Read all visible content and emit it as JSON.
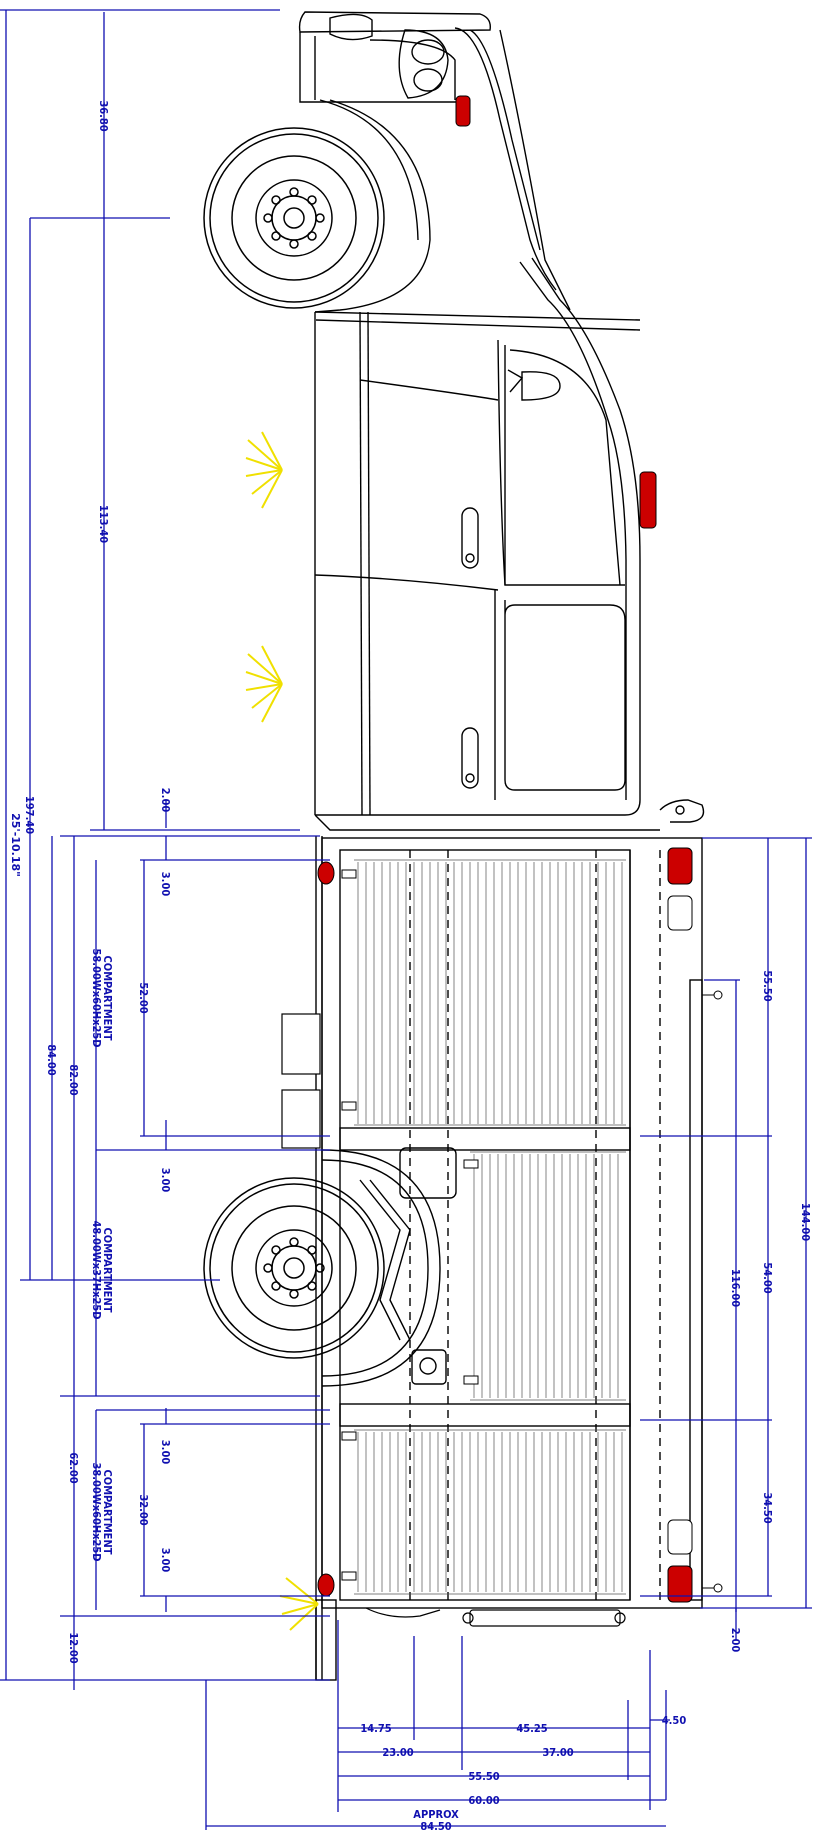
{
  "overall": {
    "length_label": "25'-10.18\""
  },
  "left_dims": {
    "front_overhang": "36.80",
    "cab_section": "113.40",
    "wheelbase": "197.40",
    "gap_top": "2.00",
    "to_rear_axle": "84.00",
    "box_front_section": "82.00",
    "box_rear_section": "62.00",
    "rear_overhang": "12.00"
  },
  "compartment_dims": {
    "c1_top_gap": "3.00",
    "c1_height": "52.00",
    "c2_top_gap": "3.00",
    "c3_top_gap": "3.00",
    "c3_height": "32.00",
    "c3_bottom_gap": "3.00"
  },
  "compartments": [
    {
      "title": "COMPARTMENT",
      "size": "58.00Wx60Hx25D"
    },
    {
      "title": "COMPARTMENT",
      "size": "48.00Wx37Hx25D"
    },
    {
      "title": "COMPARTMENT",
      "size": "38.00Wx60Hx25D"
    }
  ],
  "right_dims": {
    "seg1": "55.50",
    "seg2": "54.00",
    "seg3": "34.50",
    "mid_span": "116.00",
    "total_length": "144.00",
    "bottom_gap": "2.00"
  },
  "bottom_dims": {
    "d1475": "14.75",
    "d4525": "45.25",
    "d450": "4.50",
    "d2300": "23.00",
    "d3700": "37.00",
    "d5550": "55.50",
    "d6000": "60.00",
    "approx_label": "APPROX",
    "d8450": "84.50"
  },
  "colors": {
    "dimension": "#1010b0",
    "outline": "#000000",
    "body_fill": "#ffffff",
    "light_red": "#cc0000",
    "light_yellow": "#f0e000"
  },
  "icons": [
    "wheel-icon",
    "tail-light-icon",
    "door-handle-icon",
    "mirror-icon",
    "headlight-beam-icon"
  ]
}
